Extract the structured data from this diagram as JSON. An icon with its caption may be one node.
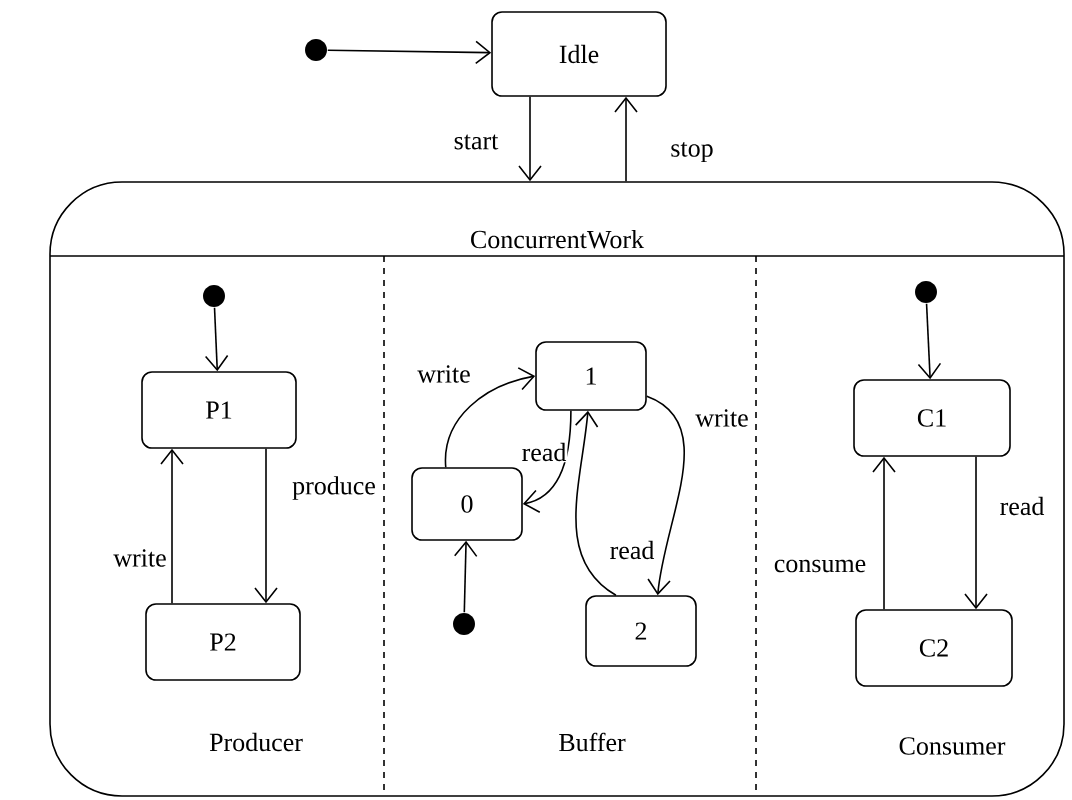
{
  "diagram": {
    "nodes": [
      {
        "text": [],
        "shape": "circle"
      },
      {
        "text": [
          "Idle"
        ]
      },
      {
        "text": [
          "ConcurrentWork"
        ]
      },
      {
        "text": [],
        "shape": "circle",
        "in": 2
      },
      {
        "text": [
          "P1"
        ],
        "in": 2
      },
      {
        "text": [
          "P2"
        ],
        "in": 2
      },
      {
        "text": [],
        "shape": "circle",
        "in": 2
      },
      {
        "text": [
          "1"
        ],
        "in": 2
      },
      {
        "text": [
          "0"
        ],
        "in": 2
      },
      {
        "text": [
          "2"
        ],
        "in": 2
      },
      {
        "text": [],
        "shape": "circle",
        "in": 2
      },
      {
        "text": [
          "C1"
        ],
        "in": 2
      },
      {
        "text": [
          "C2"
        ],
        "in": 2
      }
    ],
    "edges": [
      {
        "from": 0,
        "to": 1,
        "arrow": "to"
      },
      {
        "from": 1,
        "to": 2,
        "arrow": "to",
        "label": "start"
      },
      {
        "from": 2,
        "to": 1,
        "arrow": "to",
        "label": "stop"
      },
      {
        "from": 3,
        "to": 4,
        "arrow": "to"
      },
      {
        "from": 4,
        "to": 5,
        "arrow": "to",
        "label": "produce"
      },
      {
        "from": 5,
        "to": 4,
        "arrow": "to",
        "label": "write"
      },
      {
        "from": 8,
        "to": 7,
        "arrow": "to",
        "label": "write"
      },
      {
        "from": 7,
        "to": 8,
        "arrow": "to",
        "label": "read"
      },
      {
        "from": 7,
        "to": 9,
        "arrow": "to",
        "label": "write"
      },
      {
        "from": 9,
        "to": 7,
        "arrow": "to",
        "label": "read"
      },
      {
        "from": 6,
        "to": 8,
        "arrow": "to"
      },
      {
        "from": 10,
        "to": 11,
        "arrow": "to"
      },
      {
        "from": 11,
        "to": 12,
        "arrow": "to",
        "label": "read"
      },
      {
        "from": 12,
        "to": 11,
        "arrow": "to",
        "label": "consume"
      }
    ],
    "labels": [
      "Producer",
      "Buffer",
      "Consumer"
    ]
  }
}
